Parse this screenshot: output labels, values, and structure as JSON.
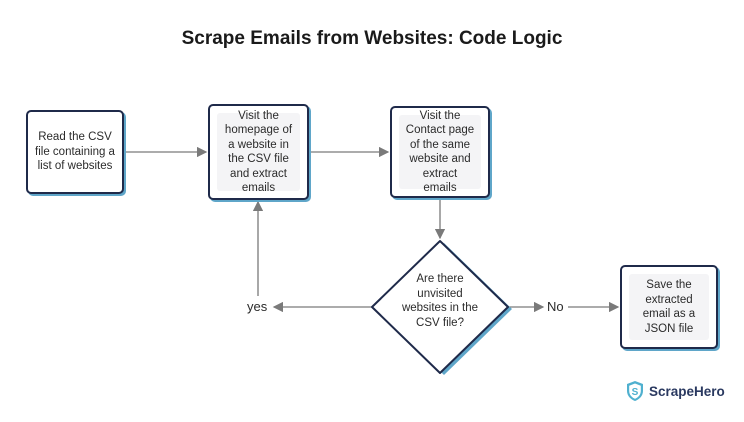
{
  "title": "Scrape Emails from Websites: Code Logic",
  "nodes": {
    "read_csv": "Read the CSV file containing a list of websites",
    "visit_homepage": "Visit the homepage of a website in the CSV file and extract emails",
    "visit_contact": "Visit the Contact page of the same website and extract emails",
    "decision": "Are there unvisited websites in the CSV file?",
    "save_json": "Save the extracted email as a JSON file"
  },
  "edges": {
    "yes_label": "yes",
    "no_label": "No"
  },
  "brand": {
    "name": "ScrapeHero",
    "colors": {
      "border": "#1f2a4a",
      "shadow": "#5fa6c9",
      "arrow": "#7a7a7a",
      "logo": "#2a3960"
    }
  }
}
